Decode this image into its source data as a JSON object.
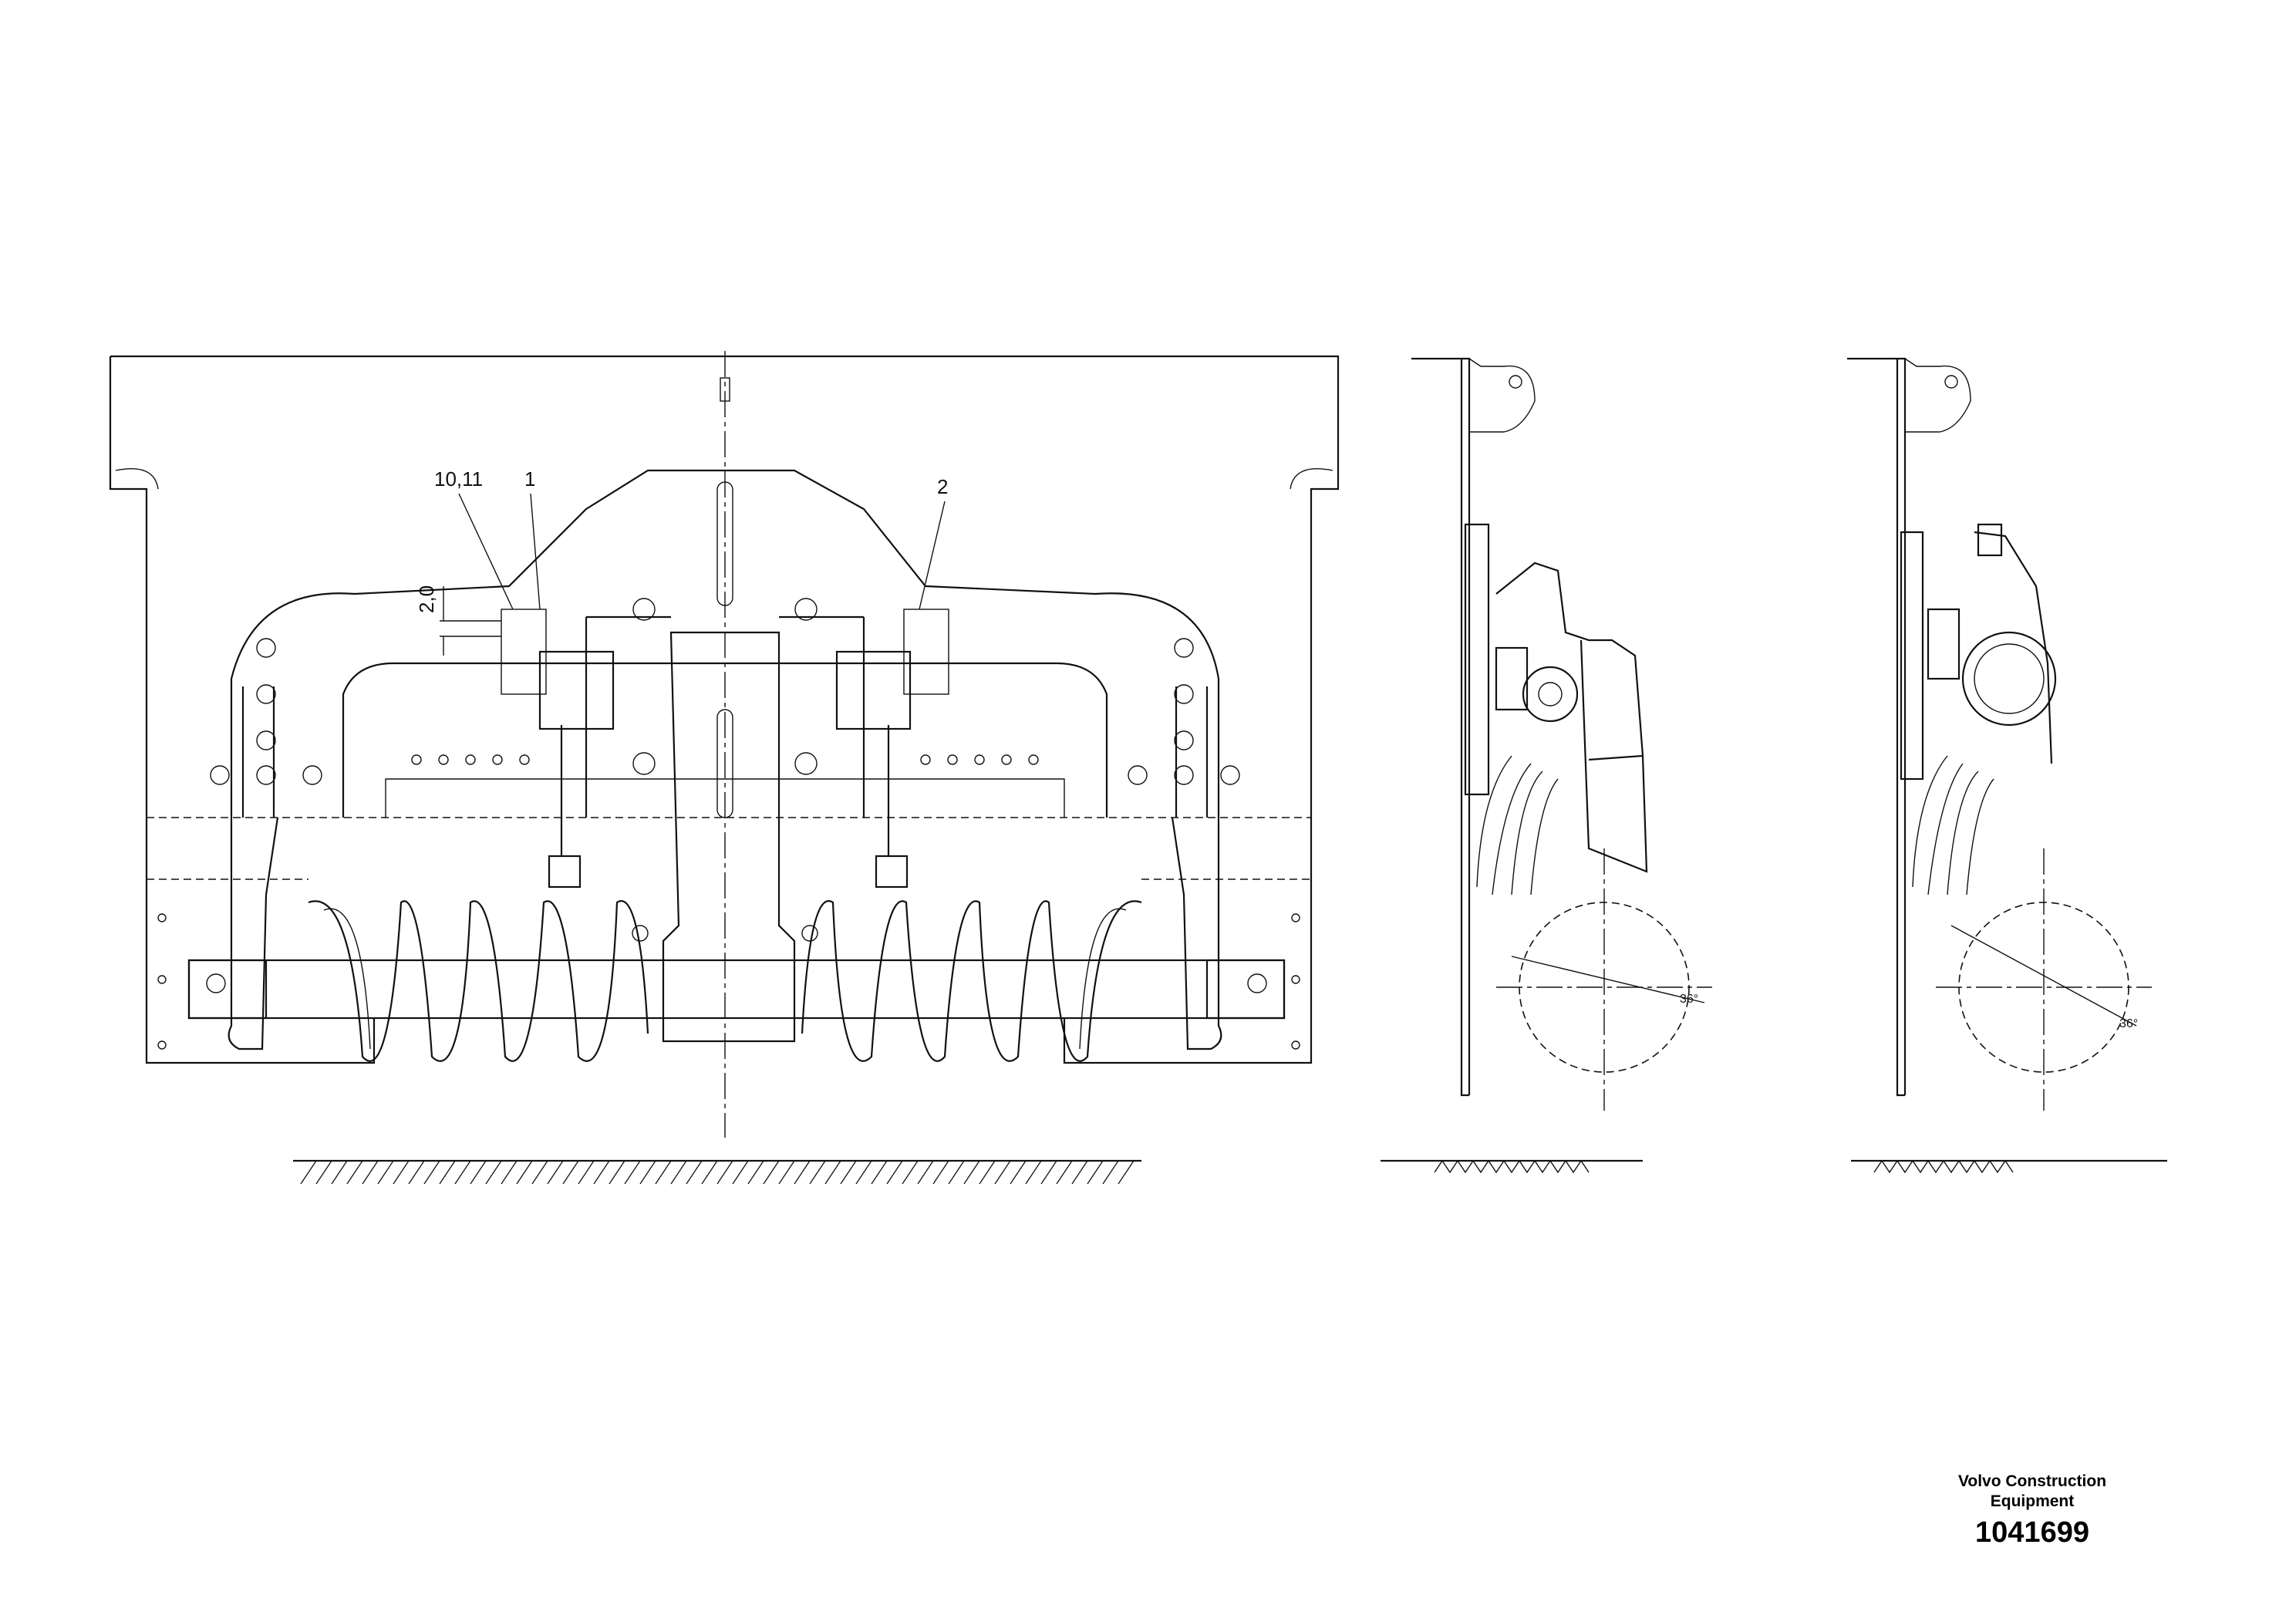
{
  "callouts": {
    "item_10_11": "10,11",
    "item_1": "1",
    "item_2": "2",
    "dimension": "2,0",
    "angle_middle": "36°",
    "angle_right": "36°"
  },
  "title_block": {
    "company_line1": "Volvo Construction",
    "company_line2": "Equipment",
    "document_number": "1041699"
  }
}
